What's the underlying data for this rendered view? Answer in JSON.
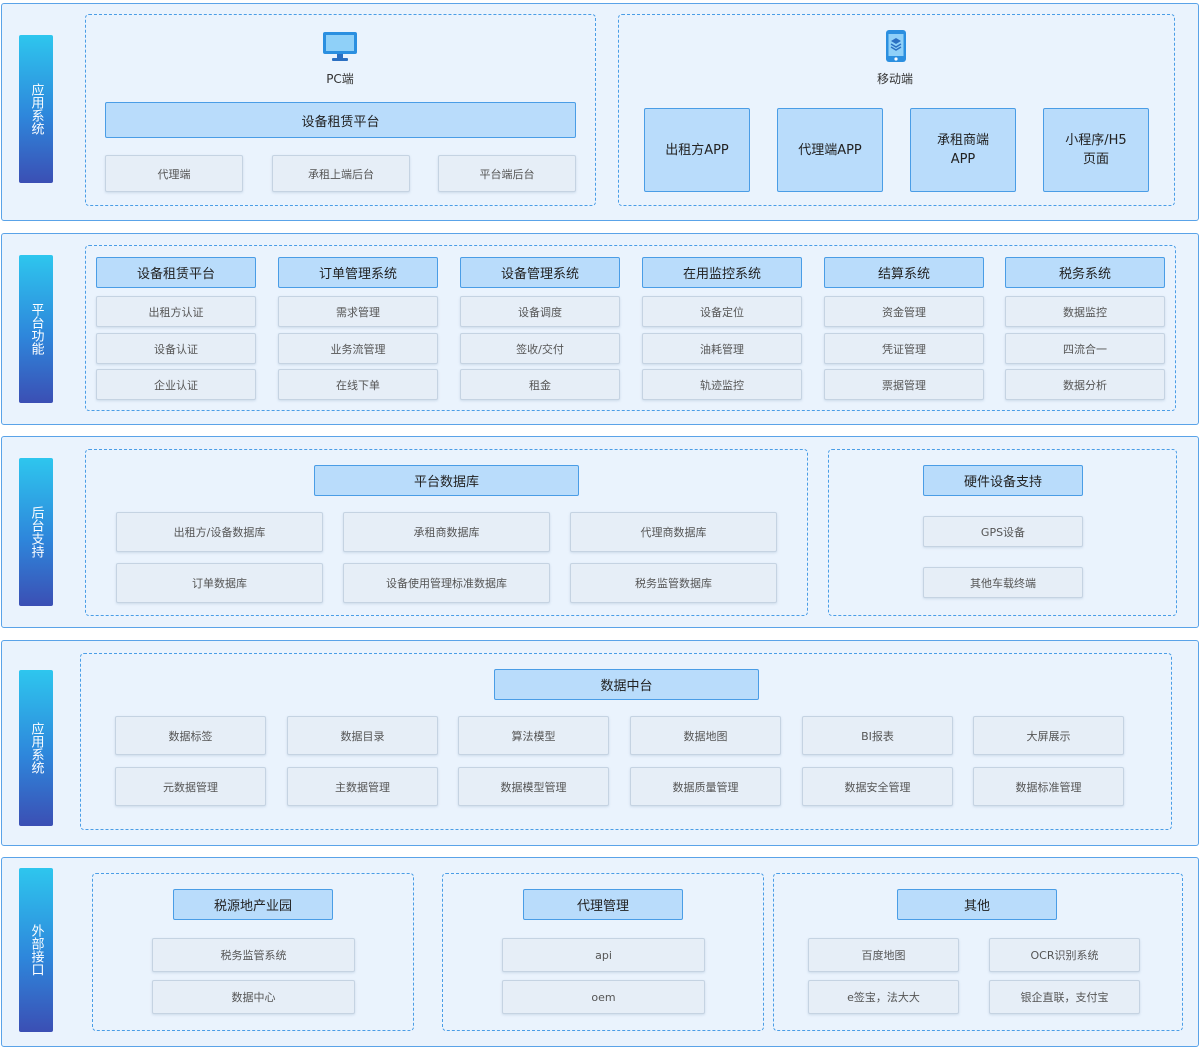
{
  "layers": {
    "application": {
      "side_label": "应用系统",
      "pc": {
        "label": "PC端",
        "icon": "monitor-icon",
        "platform": "设备租赁平台",
        "items": [
          "代理端",
          "承租上端后台",
          "平台端后台"
        ]
      },
      "mobile": {
        "label": "移动端",
        "icon": "mobile-icon",
        "apps": [
          "出租方APP",
          "代理端APP",
          "承租商端\nAPP",
          "小程序/H5\n页面"
        ]
      }
    },
    "platform": {
      "side_label": "平台功能",
      "columns": [
        {
          "title": "设备租赁平台",
          "items": [
            "出租方认证",
            "设备认证",
            "企业认证"
          ]
        },
        {
          "title": "订单管理系统",
          "items": [
            "需求管理",
            "业务流管理",
            "在线下单"
          ]
        },
        {
          "title": "设备管理系统",
          "items": [
            "设备调度",
            "签收/交付",
            "租金"
          ]
        },
        {
          "title": "在用监控系统",
          "items": [
            "设备定位",
            "油耗管理",
            "轨迹监控"
          ]
        },
        {
          "title": "结算系统",
          "items": [
            "资金管理",
            "凭证管理",
            "票据管理"
          ]
        },
        {
          "title": "税务系统",
          "items": [
            "数据监控",
            "四流合一",
            "数据分析"
          ]
        }
      ]
    },
    "backend": {
      "side_label": "后台支持",
      "database": {
        "title": "平台数据库",
        "items": [
          "出租方/设备数据库",
          "承租商数据库",
          "代理商数据库",
          "订单数据库",
          "设备使用管理标准数据库",
          "税务监管数据库"
        ]
      },
      "hardware": {
        "title": "硬件设备支持",
        "items": [
          "GPS设备",
          "其他车载终端"
        ]
      }
    },
    "data": {
      "side_label": "应用系统",
      "title": "数据中台",
      "items": [
        "数据标签",
        "数据目录",
        "算法模型",
        "数据地图",
        "BI报表",
        "大屏展示",
        "元数据管理",
        "主数据管理",
        "数据模型管理",
        "数据质量管理",
        "数据安全管理",
        "数据标准管理"
      ]
    },
    "external": {
      "side_label": "外部接口",
      "groups": [
        {
          "title": "税源地产业园",
          "items": [
            "税务监管系统",
            "数据中心"
          ]
        },
        {
          "title": "代理管理",
          "items": [
            "api",
            "oem"
          ]
        },
        {
          "title": "其他",
          "items": [
            "百度地图",
            "OCR识别系统",
            "e签宝，法大大",
            "银企直联，支付宝"
          ]
        }
      ]
    }
  },
  "colors": {
    "layer_bg": "#eaf3fd",
    "border": "#4a9de6",
    "header_fill": "#b9dcfb",
    "item_fill": "#e6eef7",
    "side_gradient": [
      "#2ec6ee",
      "#2e86db",
      "#3b4fb4"
    ]
  }
}
